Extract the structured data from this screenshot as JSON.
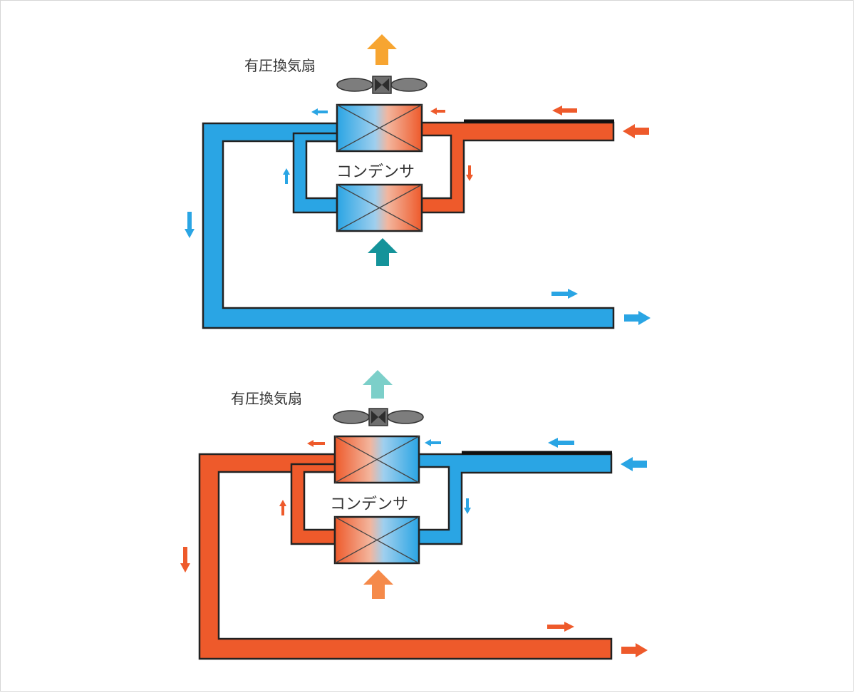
{
  "colors": {
    "hot": "#ee5a2b",
    "cold": "#2aa5e4",
    "outline": "#222222",
    "fan": "#7d7d7d",
    "exhaust_top": "#f7a531",
    "intake_top": "#14939a",
    "exhaust_bottom": "#7ccfc9",
    "intake_bottom": "#f58a4a"
  },
  "diagrams": [
    {
      "fan_label": "有圧換気扇",
      "condenser_label": "コンデンサ",
      "main_fluid": "cold",
      "return_fluid": "hot"
    },
    {
      "fan_label": "有圧換気扇",
      "condenser_label": "コンデンサ",
      "main_fluid": "hot",
      "return_fluid": "cold"
    }
  ]
}
